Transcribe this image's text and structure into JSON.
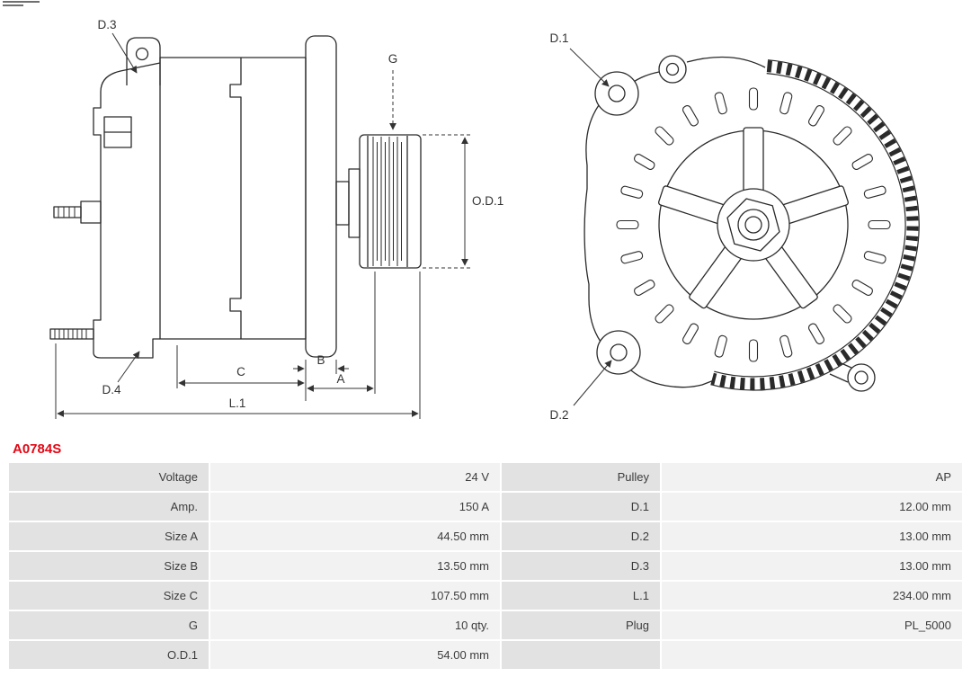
{
  "part_number": "A0784S",
  "diagram": {
    "labels": {
      "d1": "D.1",
      "d2": "D.2",
      "d3": "D.3",
      "d4": "D.4",
      "g": "G",
      "od1": "O.D.1",
      "a": "A",
      "b": "B",
      "c": "C",
      "l1": "L.1"
    }
  },
  "spec_table": {
    "rows": [
      {
        "label1": "Voltage",
        "value1": "24 V",
        "label2": "Pulley",
        "value2": "AP"
      },
      {
        "label1": "Amp.",
        "value1": "150 A",
        "label2": "D.1",
        "value2": "12.00 mm"
      },
      {
        "label1": "Size A",
        "value1": "44.50 mm",
        "label2": "D.2",
        "value2": "13.00 mm"
      },
      {
        "label1": "Size B",
        "value1": "13.50 mm",
        "label2": "D.3",
        "value2": "13.00 mm"
      },
      {
        "label1": "Size C",
        "value1": "107.50 mm",
        "label2": "L.1",
        "value2": "234.00 mm"
      },
      {
        "label1": "G",
        "value1": "10 qty.",
        "label2": "Plug",
        "value2": "PL_5000"
      },
      {
        "label1": "O.D.1",
        "value1": "54.00 mm",
        "label2": "",
        "value2": ""
      }
    ]
  },
  "colors": {
    "part_number": "#e30613",
    "label_cell_bg": "#e2e2e2",
    "value_cell_bg": "#f2f2f2",
    "line_color": "#2a2a2a"
  }
}
